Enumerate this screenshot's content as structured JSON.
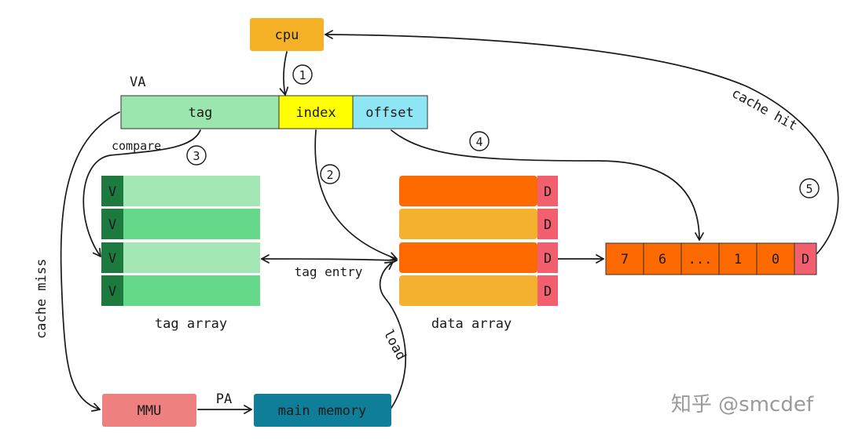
{
  "labels": {
    "cpu": "cpu",
    "va": "VA",
    "tag": "tag",
    "index": "index",
    "offset": "offset",
    "compare": "compare",
    "valid": "V",
    "dirty": "D",
    "tag_array": "tag array",
    "data_array": "data array",
    "tag_entry": "tag entry",
    "cache_hit": "cache hit",
    "cache_miss": "cache miss",
    "load": "load",
    "mmu": "MMU",
    "pa": "PA",
    "main_memory": "main memory",
    "watermark": "知乎 @smcdef"
  },
  "steps": [
    "1",
    "2",
    "3",
    "4",
    "5"
  ],
  "cache_line_bytes": [
    "7",
    "6",
    "...",
    "1",
    "0"
  ],
  "colors": {
    "cpu": "#F5B226",
    "tag": "#9BE6AE",
    "index": "#FFFF00",
    "offset": "#8EE6F5",
    "tag_row_light": "#A3E8B4",
    "tag_row_mid": "#66D88A",
    "valid_bit": "#1D7A3F",
    "data_row_dark": "#FF6A00",
    "data_row_light": "#F4B12F",
    "dirty_bit": "#F25F6E",
    "line_cell": "#FF6A00",
    "mmu": "#EE8080",
    "main_memory": "#0F7E98"
  }
}
